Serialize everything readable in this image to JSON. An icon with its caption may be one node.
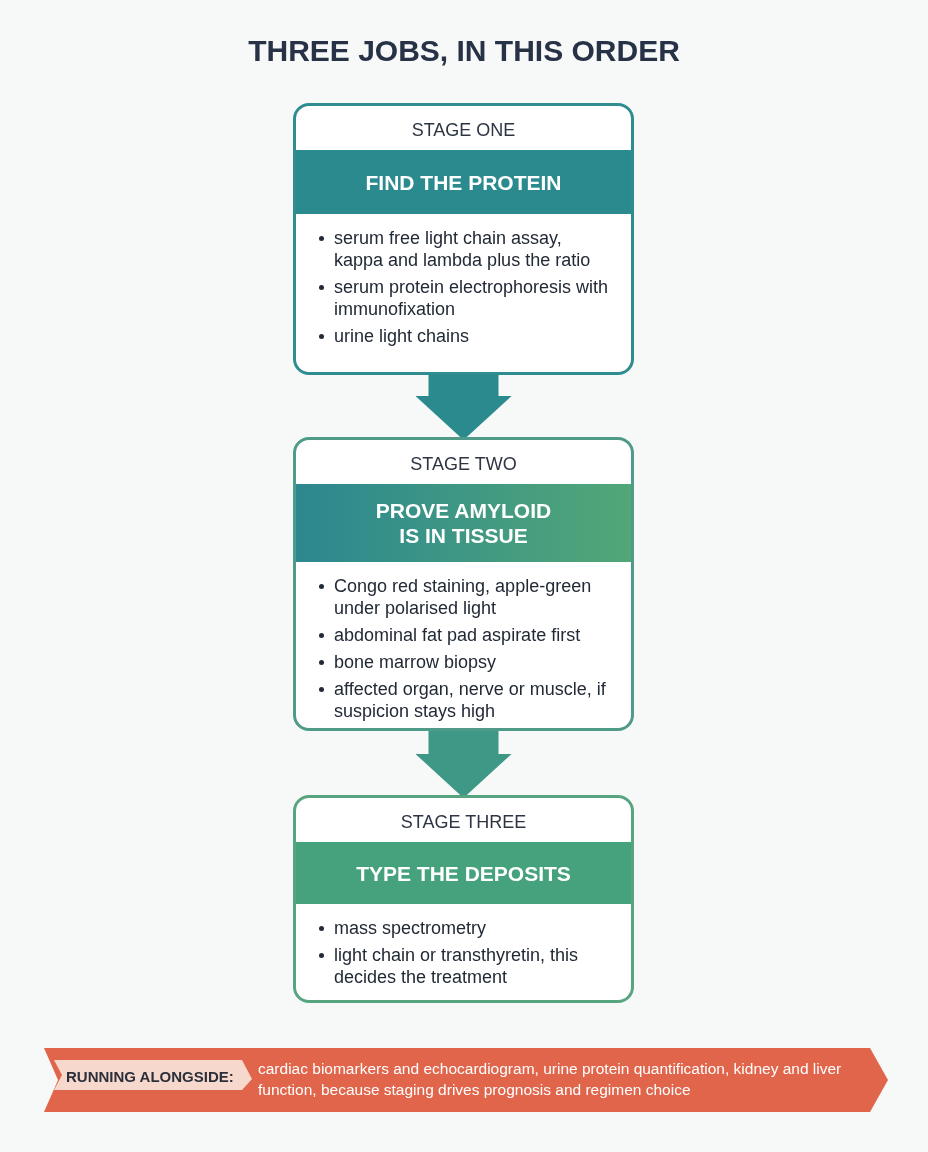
{
  "diagram": {
    "title": "THREE JOBS, IN THIS ORDER",
    "nodes": [
      {
        "text": [
          "STAGE ONE",
          "FIND THE PROTEIN",
          "serum free light chain assay, kappa and lambda plus the ratio",
          "serum protein electrophoresis with immunofixation",
          "urine light chains"
        ]
      },
      {
        "text": [
          "STAGE TWO",
          "PROVE AMYLOID IS IN TISSUE",
          "Congo red staining, apple-green under polarised light",
          "abdominal fat pad aspirate first",
          "bone marrow biopsy",
          "affected organ, nerve or muscle, if suspicion stays high"
        ]
      },
      {
        "text": [
          "STAGE THREE",
          "TYPE THE DEPOSITS",
          "mass spectrometry",
          "light chain or transthyretin, this decides the treatment"
        ]
      },
      {
        "text": [
          "RUNNING ALONGSIDE:",
          "cardiac biomarkers and echocardiogram, urine protein quantification, kidney and liver function, because staging drives prognosis and regimen choice"
        ]
      }
    ],
    "edges": [
      {
        "from": 0,
        "to": 1,
        "arrow": "to"
      },
      {
        "from": 1,
        "to": 2,
        "arrow": "to"
      }
    ]
  }
}
